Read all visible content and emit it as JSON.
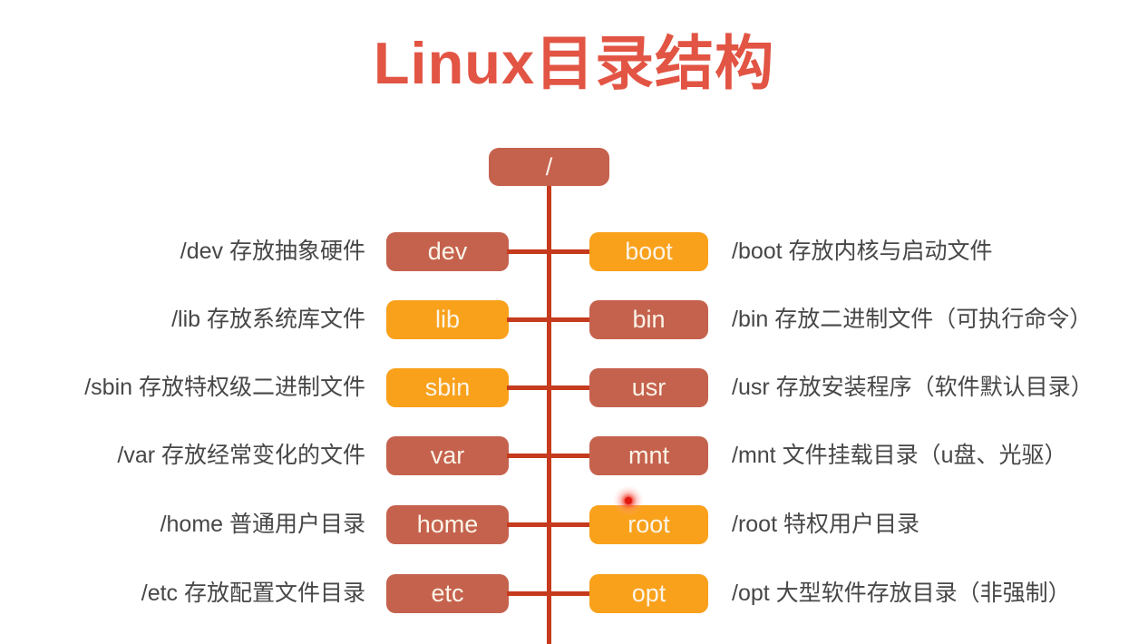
{
  "title": "Linux目录结构",
  "root": {
    "label": "/",
    "color": "terracotta"
  },
  "colors": {
    "terracotta": "#C5624E",
    "orange": "#F9A11B",
    "line": "#C63A1D",
    "title_red": "#E25443",
    "desc_text": "#474747",
    "box_text": "#FBF4E8"
  },
  "rows": [
    {
      "left": {
        "label": "dev",
        "color": "terracotta"
      },
      "left_desc": "/dev 存放抽象硬件",
      "right": {
        "label": "boot",
        "color": "orange"
      },
      "right_desc": "/boot 存放内核与启动文件"
    },
    {
      "left": {
        "label": "lib",
        "color": "orange"
      },
      "left_desc": "/lib 存放系统库文件",
      "right": {
        "label": "bin",
        "color": "terracotta"
      },
      "right_desc": "/bin 存放二进制文件（可执行命令）"
    },
    {
      "left": {
        "label": "sbin",
        "color": "orange"
      },
      "left_desc": "/sbin 存放特权级二进制文件",
      "right": {
        "label": "usr",
        "color": "terracotta"
      },
      "right_desc": "/usr 存放安装程序（软件默认目录）"
    },
    {
      "left": {
        "label": "var",
        "color": "terracotta"
      },
      "left_desc": "/var 存放经常变化的文件",
      "right": {
        "label": "mnt",
        "color": "terracotta"
      },
      "right_desc": "/mnt 文件挂载目录（u盘、光驱）"
    },
    {
      "left": {
        "label": "home",
        "color": "terracotta"
      },
      "left_desc": "/home 普通用户目录",
      "right": {
        "label": "root",
        "color": "orange"
      },
      "right_desc": "/root 特权用户目录"
    },
    {
      "left": {
        "label": "etc",
        "color": "terracotta"
      },
      "left_desc": "/etc 存放配置文件目录",
      "right": {
        "label": "opt",
        "color": "orange"
      },
      "right_desc": "/opt 大型软件存放目录（非强制）"
    }
  ]
}
